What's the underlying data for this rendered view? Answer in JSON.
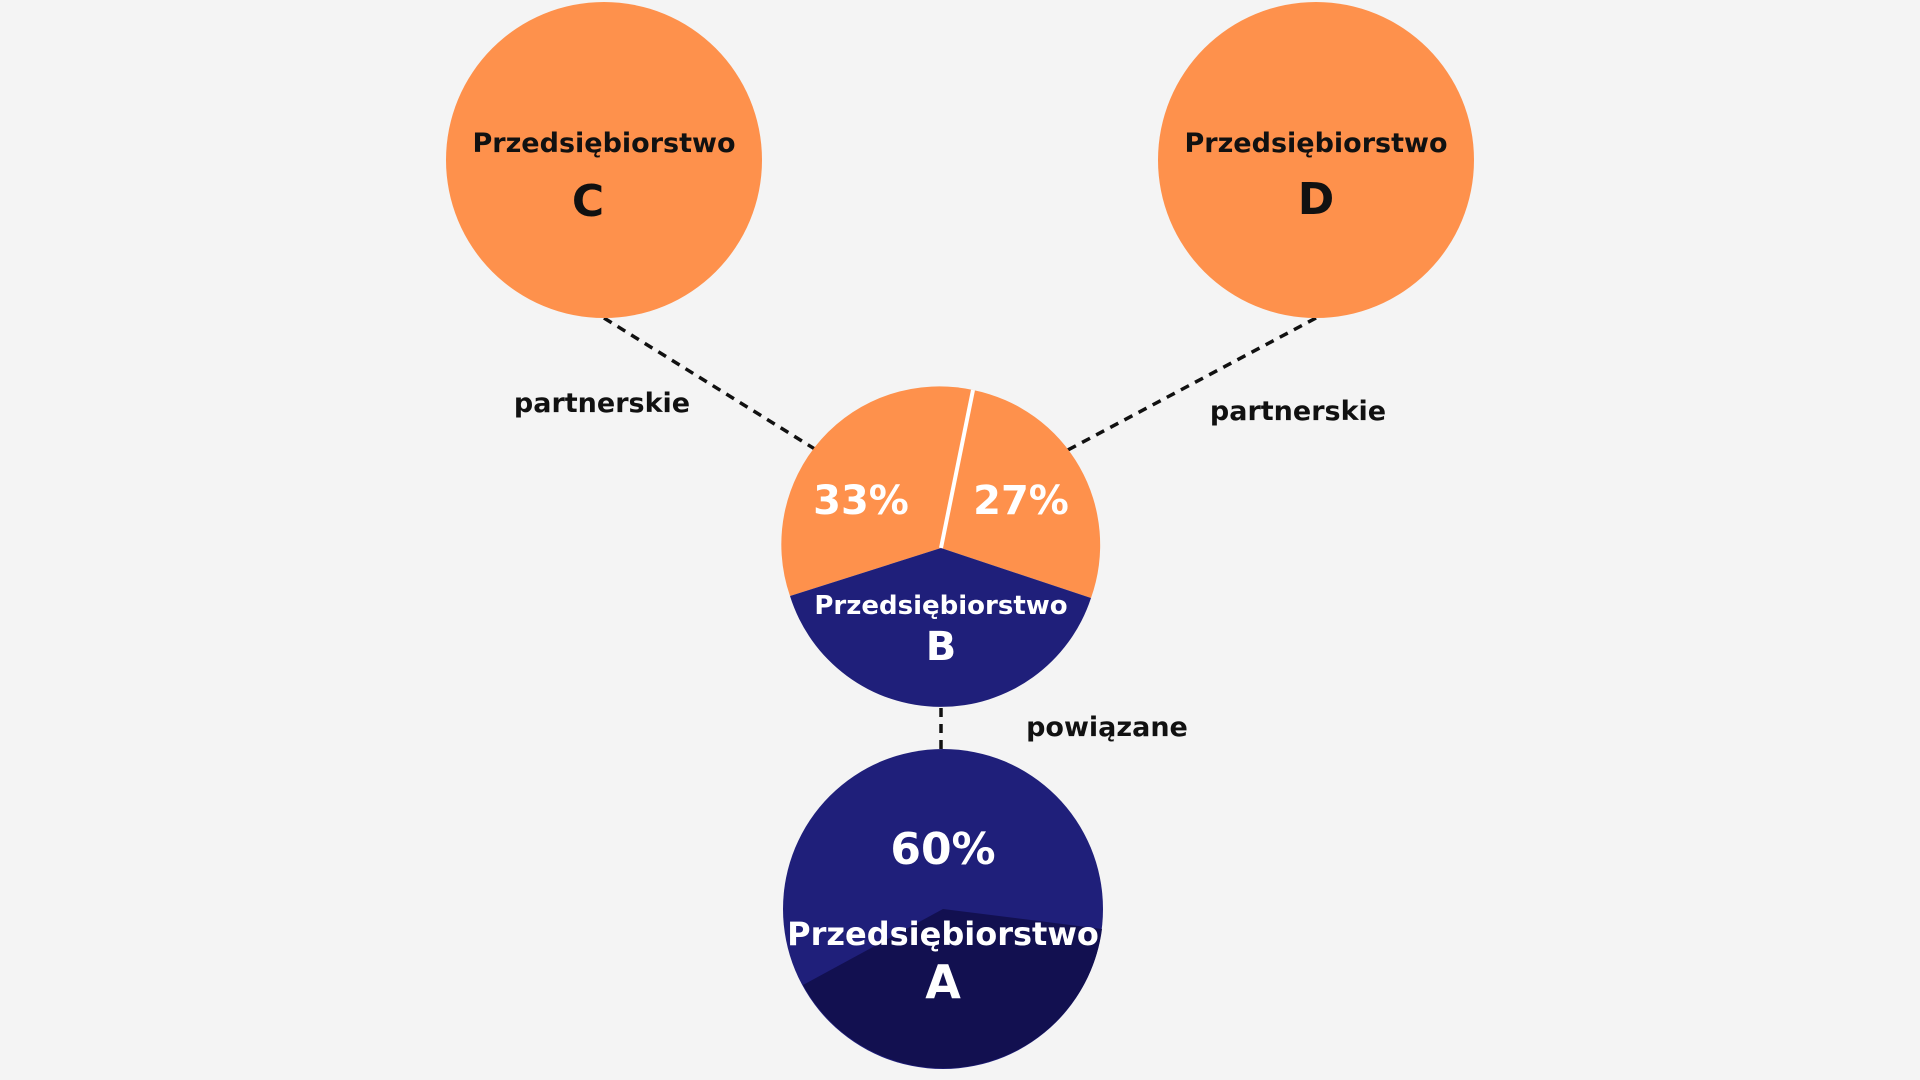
{
  "colors": {
    "background": "#f4f4f4",
    "orange": "#fe914c",
    "navy": "#1f1f7a",
    "navy_dark": "#121050",
    "text_dark": "#111111",
    "text_light": "#ffffff"
  },
  "companies": {
    "c": {
      "label": "Przedsiębiorstwo",
      "letter": "C"
    },
    "d": {
      "label": "Przedsiębiorstwo",
      "letter": "D"
    },
    "b": {
      "label": "Przedsiębiorstwo",
      "letter": "B",
      "share_c": "33%",
      "share_d": "27%"
    },
    "a": {
      "label": "Przedsiębiorstwo",
      "letter": "A",
      "share_b": "60%"
    }
  },
  "relations": {
    "c_b": "partnerskie",
    "d_b": "partnerskie",
    "b_a": "powiązane"
  }
}
